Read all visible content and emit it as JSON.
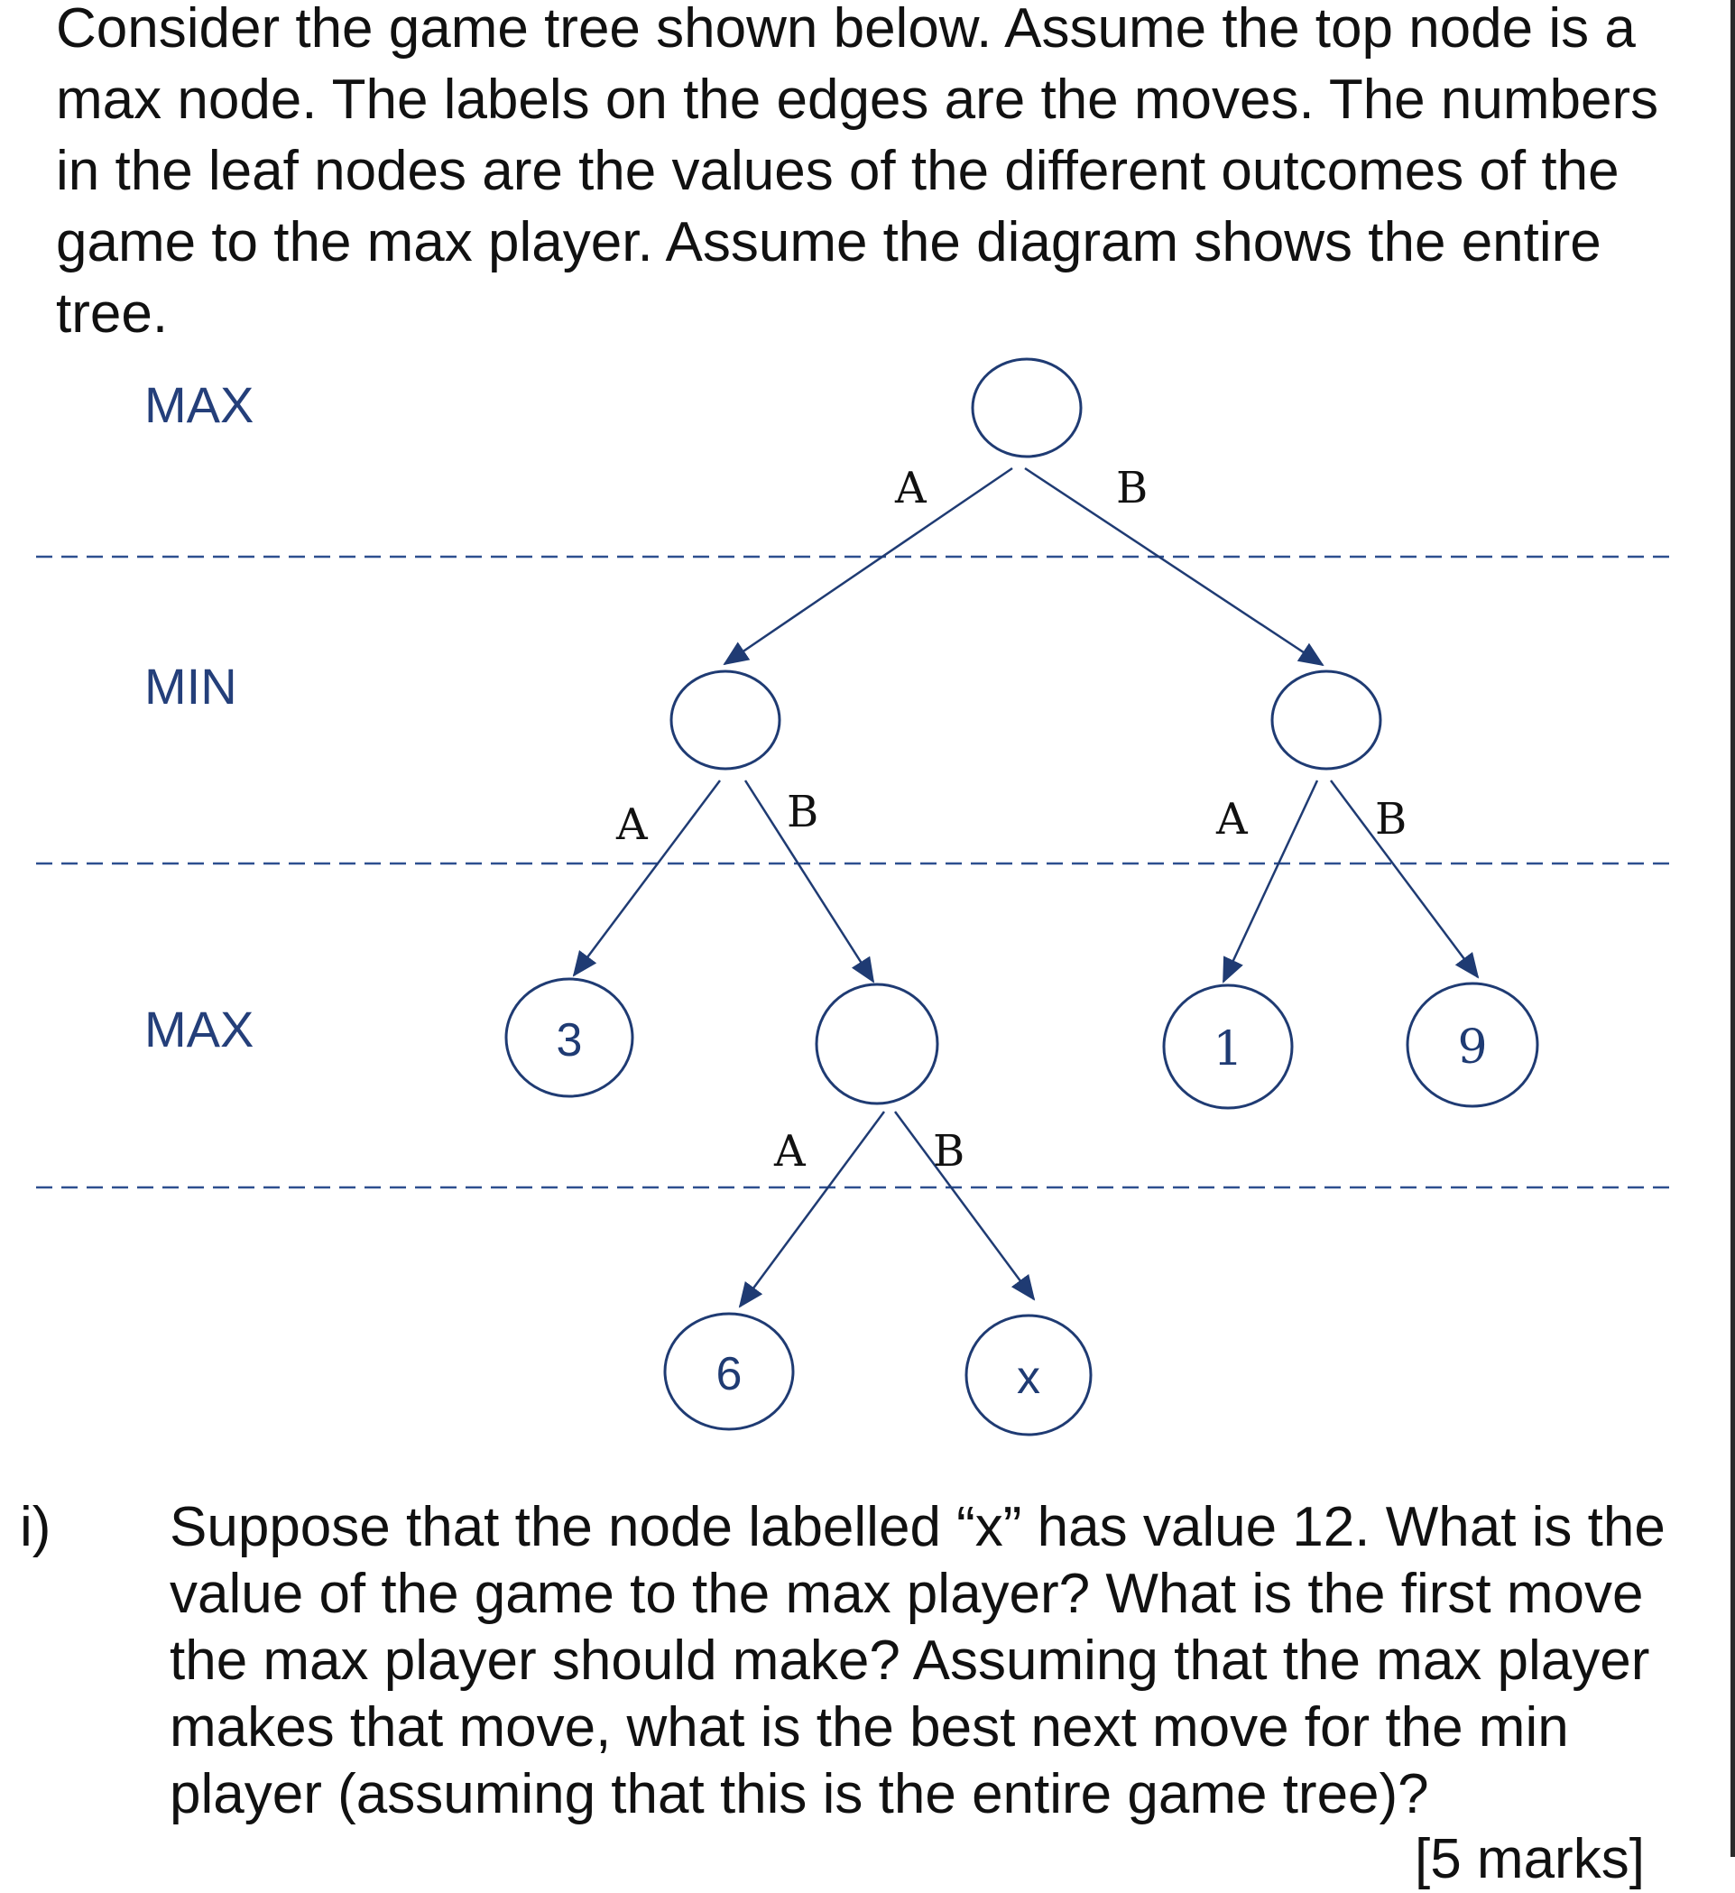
{
  "intro": "Consider the game tree shown below. Assume the top node is a max node. The labels on the edges are the moves. The numbers in the leaf nodes are the values of the different outcomes of the game to the max player. Assume the diagram shows the entire tree.",
  "levels": [
    "MAX",
    "MIN",
    "MAX"
  ],
  "edges": {
    "root_a": "A",
    "root_b": "B",
    "minL_a": "A",
    "minL_b": "B",
    "minR_a": "A",
    "minR_b": "B",
    "max_a": "A",
    "max_b": "B"
  },
  "leaves": {
    "three": "3",
    "one": "1",
    "nine": "9",
    "six": "6",
    "x": "x"
  },
  "question": {
    "number": "i)",
    "text": "Suppose that the node labelled “x” has value 12. What is the value of the game to the max player? What is the first move the max player should make? Assuming that the max player makes that move, what is the best next move for the min player (assuming that this is the entire game tree)?",
    "marks": "[5 marks]"
  },
  "colors": {
    "diagram": "#1f3b73",
    "text": "#111111",
    "level_label": "#243f7a",
    "dashed_line": "#2d4f8f"
  }
}
